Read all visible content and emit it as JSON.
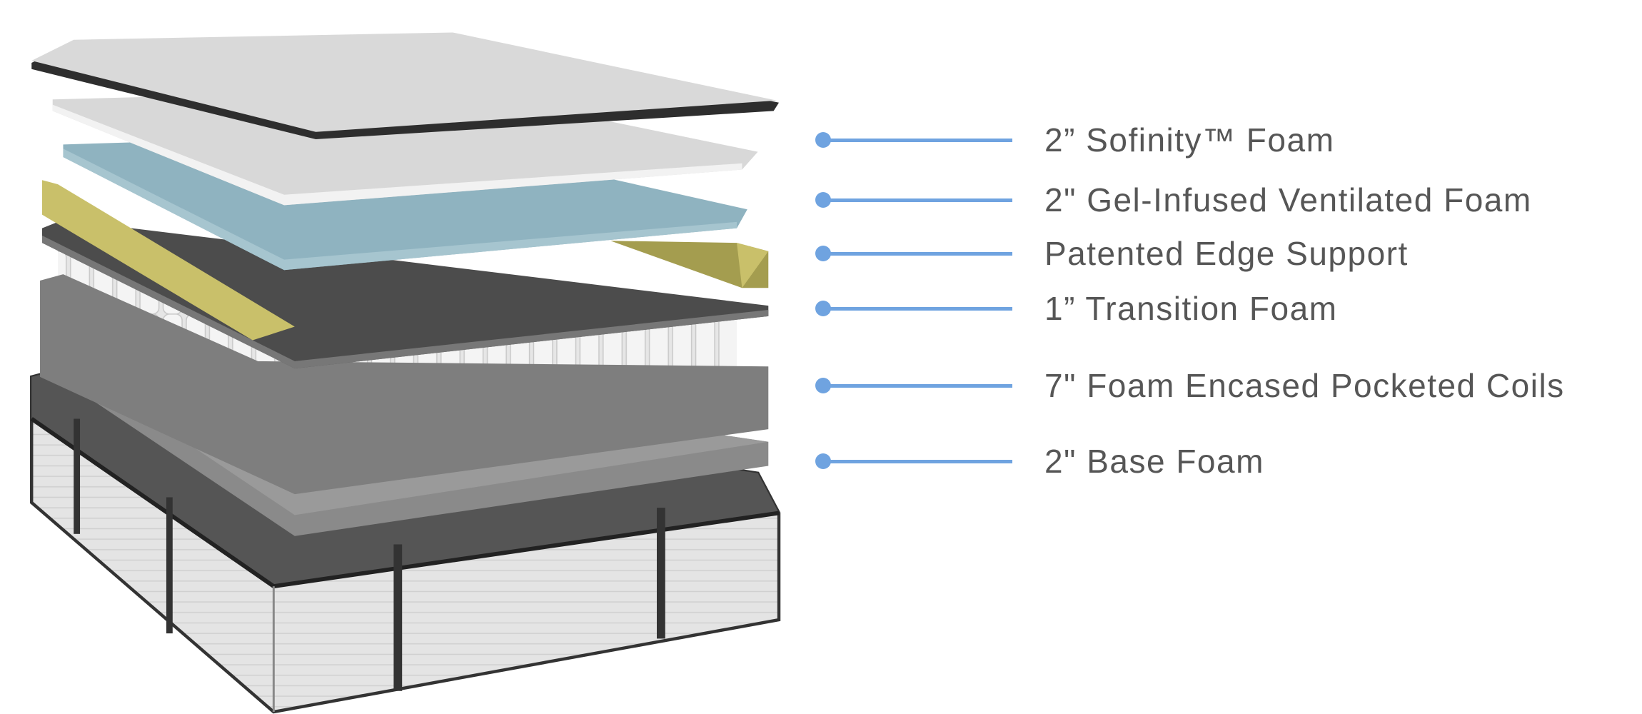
{
  "colors": {
    "accent": "#6fa3e0",
    "text": "#565656",
    "gel": "#8fb3c0",
    "edge_support": "#c9c06a"
  },
  "layers": [
    {
      "label": "2” Sofinity™ Foam"
    },
    {
      "label": "2\" Gel-Infused Ventilated Foam"
    },
    {
      "label": "Patented Edge Support"
    },
    {
      "label": "1” Transition Foam"
    },
    {
      "label": "7\" Foam Encased Pocketed Coils"
    },
    {
      "label": "2\" Base Foam"
    }
  ]
}
